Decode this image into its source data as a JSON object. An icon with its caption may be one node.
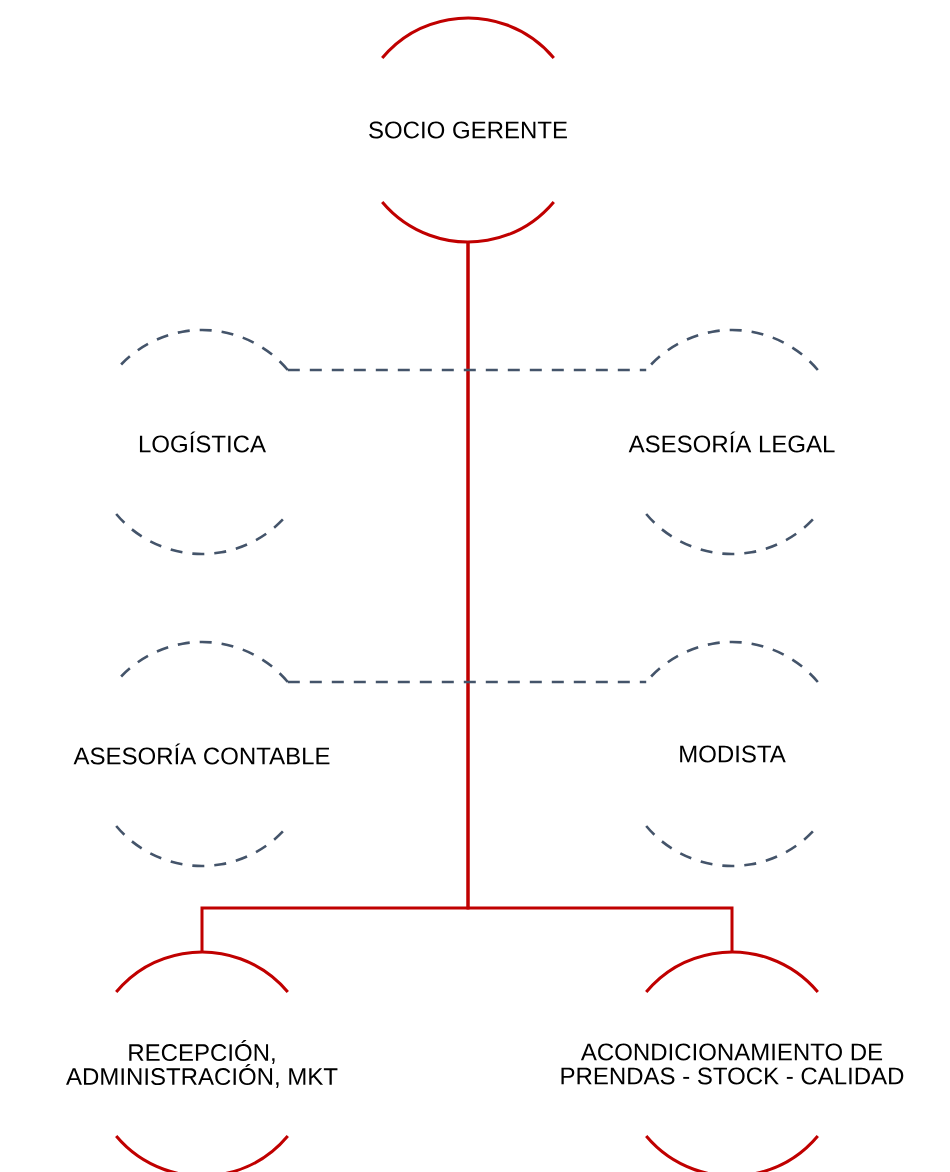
{
  "diagram": {
    "nodes": [
      {
        "text": [
          "SOCIO GERENTE"
        ]
      },
      {
        "text": [
          "LOGÍSTICA"
        ]
      },
      {
        "text": [
          "ASESORÍA LEGAL"
        ]
      },
      {
        "text": [
          "ASESORÍA CONTABLE"
        ]
      },
      {
        "text": [
          "MODISTA"
        ]
      },
      {
        "text": [
          "RECEPCIÓN, ADMINISTRACIÓN, MKT"
        ]
      },
      {
        "text": [
          "ACONDICIONAMIENTO DE PRENDAS - STOCK - CALIDAD"
        ]
      }
    ],
    "edges": [
      {
        "from": 0,
        "to": 5,
        "arrow": "none",
        "color": "#c00000"
      },
      {
        "from": 0,
        "to": 6,
        "arrow": "none",
        "color": "#c00000"
      },
      {
        "from": 1,
        "to": 2,
        "arrow": "none",
        "style": "dashed",
        "color": "#44546a"
      },
      {
        "from": 3,
        "to": 4,
        "arrow": "none",
        "style": "dashed",
        "color": "#44546a"
      }
    ]
  }
}
